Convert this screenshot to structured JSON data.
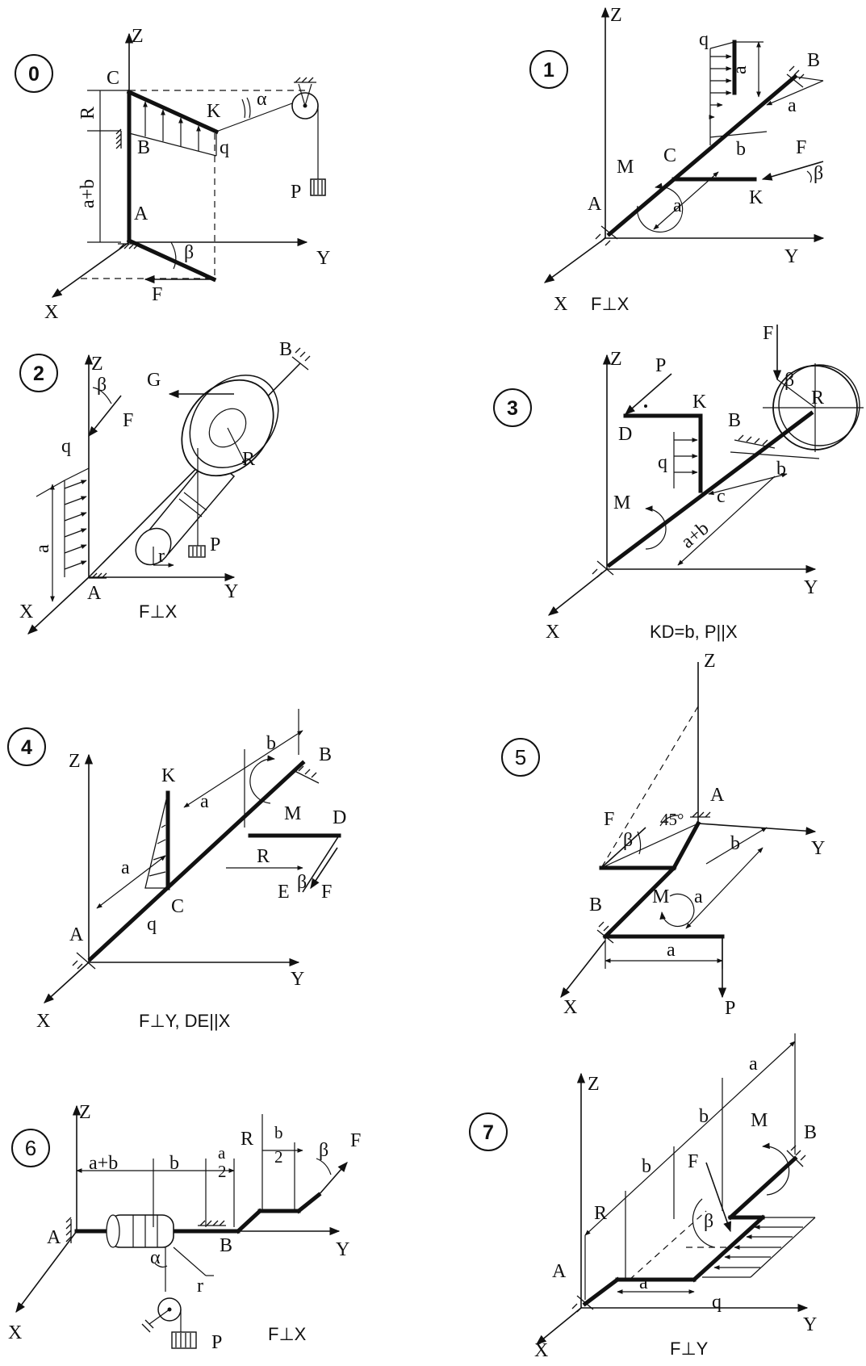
{
  "variants": [
    {
      "number": "0",
      "caption": "",
      "labels": {
        "z": "Z",
        "y": "Y",
        "x": "X",
        "c": "C",
        "r": "R",
        "b": "B",
        "a": "A",
        "ab": "a+b",
        "k": "K",
        "q": "q",
        "alpha": "α",
        "p": "P",
        "beta": "β",
        "f": "F"
      }
    },
    {
      "number": "1",
      "caption": "F⊥X",
      "labels": {
        "z": "Z",
        "q": "q",
        "a_top": "a",
        "b": "B",
        "a_right": "a",
        "bdim": "b",
        "f": "F",
        "beta": "β",
        "m": "M",
        "c": "C",
        "a": "A",
        "k": "K",
        "a_bottom": "a",
        "y": "Y",
        "x": "X"
      }
    },
    {
      "number": "2",
      "caption": "F⊥X",
      "labels": {
        "z": "Z",
        "beta": "β",
        "f": "F",
        "q": "q",
        "g": "G",
        "b": "B",
        "r_big": "R",
        "a_dim": "a",
        "r_small": "r",
        "p": "P",
        "a": "A",
        "y": "Y",
        "x": "X"
      }
    },
    {
      "number": "3",
      "caption": "KD=b, P||X",
      "labels": {
        "z": "Z",
        "p": "P",
        "k": "K",
        "d": "D",
        "q": "q",
        "f": "F",
        "beta": "β",
        "r": "R",
        "b": "B",
        "bdim": "b",
        "c": "c",
        "m": "M",
        "ab": "a+b",
        "y": "Y",
        "x": "X"
      }
    },
    {
      "number": "4",
      "caption": "F⊥Y, DE||X",
      "labels": {
        "z": "Z",
        "k": "K",
        "bdim": "b",
        "b": "B",
        "a_top": "a",
        "m": "M",
        "d": "D",
        "a_left": "a",
        "r": "R",
        "e": "E",
        "beta": "β",
        "f": "F",
        "c": "C",
        "q": "q",
        "a": "A",
        "y": "Y",
        "x": "X"
      }
    },
    {
      "number": "5",
      "caption": "",
      "labels": {
        "z": "Z",
        "a": "A",
        "f": "F",
        "angle": "45°",
        "beta": "β",
        "y": "Y",
        "bdim": "b",
        "m": "M",
        "b": "B",
        "a_mid": "a",
        "a_bottom": "a",
        "p": "P",
        "x": "X"
      }
    },
    {
      "number": "6",
      "caption": "F⊥X",
      "labels": {
        "z": "Z",
        "ab": "a+b",
        "bdim": "b",
        "a_frac": "a",
        "two": "2",
        "r_big": "R",
        "b_frac": "b",
        "two_b": "2",
        "beta": "β",
        "f": "F",
        "a": "A",
        "b": "B",
        "y": "Y",
        "alpha": "α",
        "r_small": "r",
        "x": "X",
        "p": "P"
      }
    },
    {
      "number": "7",
      "caption": "F⊥Y",
      "labels": {
        "z": "Z",
        "a_top": "a",
        "b_top": "b",
        "b_mid": "b",
        "m": "M",
        "b": "B",
        "f": "F",
        "r": "R",
        "beta": "β",
        "a": "A",
        "a_dim": "a",
        "q": "q",
        "y": "Y",
        "x": "X"
      }
    }
  ]
}
